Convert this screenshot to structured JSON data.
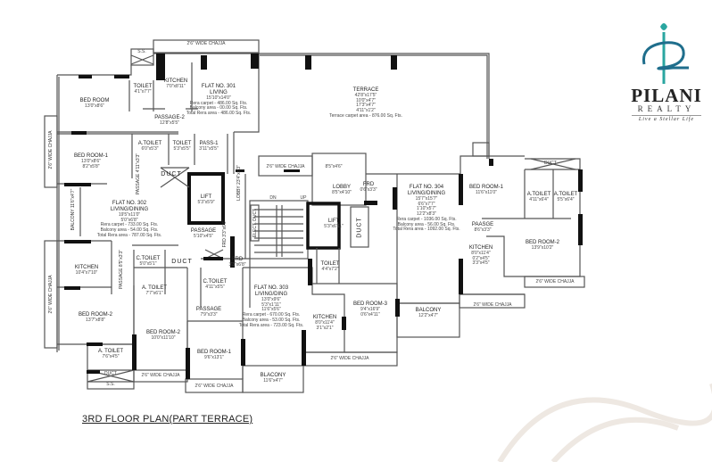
{
  "title": "3RD FLOOR PLAN(PART TERRACE)",
  "brand": {
    "name": "PILANI",
    "sub": "REALTY",
    "tagline": "Live a Stellar Life",
    "accent": "#2aa6a0"
  },
  "chajja": "2'6\" WIDE CHAJJA",
  "ss": "S.S.",
  "duct": "DUCT",
  "elect_duct": "ELECT. DUCT",
  "stairs": {
    "dn": "DN",
    "up": "UP"
  },
  "terrace": {
    "name": "TERRACE",
    "dims": "42'8\"x17'5\"\n10'0\"x4'7\"\n17'3\"x4'7\"\n4'11\"x1'2\"\nTerrace carpet area - 876.00 Sq. Fts."
  },
  "flat301": {
    "toilet": {
      "name": "TOILET",
      "dims": "4'1\"x7'7\""
    },
    "kitchen": {
      "name": "KITCHEN",
      "dims": "7'0\"x8'11\""
    },
    "living": {
      "name": "FLAT NO. 301\nLIVING",
      "dims": "15'10\"x14'0\"\nRera carpet - 486.00 Sq. Fts.\nBalcony area - 00.00 Sq. Fts.\nTotal Rera area - 486.00 Sq. Fts."
    },
    "bedroom": {
      "name": "BED ROOM",
      "dims": "13'0\"x8'6\""
    },
    "passage2": {
      "name": "PASSAGE-2",
      "dims": "12'8\"x5'5\""
    },
    "atoilet": {
      "name": "A.TOILET",
      "dims": "6'0\"x5'3\""
    },
    "toilet2": {
      "name": "TOILET",
      "dims": "5'3\"x5'5\""
    },
    "pass1": {
      "name": "PASS-1",
      "dims": "3'11\"x5'5\""
    },
    "bedroom1": {
      "name": "BED ROOM-1",
      "dims": "13'0\"x8'6\"\n8'2\"x5'8\""
    }
  },
  "flat302": {
    "passage_v": "PASSAGE 4'11\"x3'3\"",
    "lift": {
      "name": "LIFT",
      "dims": "5'3\"x5'9\""
    },
    "lobby_v": "LOBBY 23'4\"x6'3\"",
    "living": {
      "name": "FLAT NO. 302\nLIVING/DINING",
      "dims": "19'5\"x11'0\"\n5'0\"x6'8\"\nRera carpet - 733.00 Sq. Fts.\nBalcony area - 54.00 Sq. Fts.\nTotal Rera area - 787.00 Sq. Fts."
    },
    "balcony_v": "BALCONY 11'6\"x4'7\"",
    "passage": {
      "name": "PASSAGE",
      "dims": "5'10\"x4'5\""
    },
    "frd_v": "FRD 3'3\"x6'6\"",
    "frd": {
      "name": "FRD",
      "dims": "3'3\"x6'8\""
    },
    "ctoilet": {
      "name": "C.TOILET",
      "dims": "5'0\"x5'1\""
    },
    "kitchen": {
      "name": "KITCHEN",
      "dims": "10'4\"x7'10\""
    },
    "passage2_v": "PASSAGE 8'5\"x3'3\"",
    "atoilet": {
      "name": "A. TOILET",
      "dims": "7'7\"x6'1\""
    },
    "bedroom2": {
      "name": "BED ROOM-2",
      "dims": "13'7\"x8'8\""
    },
    "atoilet2": {
      "name": "A. TOILET",
      "dims": "7'6\"x4'5\""
    }
  },
  "flat303": {
    "ctoilet": {
      "name": "C.TOILET",
      "dims": "4'11\"x5'5\""
    },
    "passage": {
      "name": "PASSAGE",
      "dims": "7'9\"x3'3\""
    },
    "bedroom2": {
      "name": "BED ROOM-2",
      "dims": "10'0\"x11'10\""
    },
    "bedroom1": {
      "name": "BED ROOM-1",
      "dims": "9'6\"x13'1\""
    },
    "balcony": {
      "name": "BLACONY",
      "dims": "11'6\"x4'7\""
    },
    "living": {
      "name": "FLAT NO. 303\nLIVING/DING",
      "dims": "13'0\"x9'6\"\n5'3\"x1'11\"\n11'6\"x5'6\"\nRera carpet - 670.00 Sq. Fts.\nBalcony area - 53.00 Sq. Fts.\nTotal Rera area - 723.00 Sq. Fts."
    },
    "kitchen": {
      "name": "KITCHEN",
      "dims": "8'0\"x11'4\"\n3'1\"x2'1\""
    },
    "bedroom3": {
      "name": "BED ROOM-3",
      "dims": "9'4\"x16'9\"\n0'6\"x4'11\""
    },
    "toilet": {
      "name": "TOILET",
      "dims": "4'4\"x7'2\""
    }
  },
  "core": {
    "lobby": {
      "name": "LOBBY",
      "dims": "8'5\"x4'10\""
    },
    "lobby_ext": "8'5\"x4'6\"",
    "lift": {
      "name": "LIFT",
      "dims": "5'3\"x6'11\""
    },
    "frd": {
      "name": "FRD",
      "dims": "0'6\"x3'3\""
    }
  },
  "flat304": {
    "living": {
      "name": "FLAT NO. 304\nLIVING/DINING",
      "dims": "15'7\"x15'7\"\n6'6\"x7'7\"\n1'10\"x5'7\"\n12'2\"x8'3\"\nRera carpet - 1036.00 Sq. Fts.\nBalcony area - 56.00 Sq. Fts.\nTotal Rera area - 1092.00 Sq. Fts."
    },
    "bedroom1": {
      "name": "BED ROOM-1",
      "dims": "11'6\"x11'0\""
    },
    "atoilet1": {
      "name": "A.TOILET",
      "dims": "4'11\"x6'4\""
    },
    "atoilet2": {
      "name": "A.TOILET",
      "dims": "5'5\"x6'4\""
    },
    "passage": {
      "name": "PAASGE",
      "dims": "8'6\"x3'3\""
    },
    "kitchen": {
      "name": "KITCHEN",
      "dims": "8'0\"x11'4\"\n0'2\"x4'5\"\n3'3\"x4'5\""
    },
    "bedroom2": {
      "name": "BED ROOM-2",
      "dims": "13'9\"x10'2\""
    },
    "balcony": {
      "name": "BALCONY",
      "dims": "12'2\"x4'7\""
    }
  }
}
